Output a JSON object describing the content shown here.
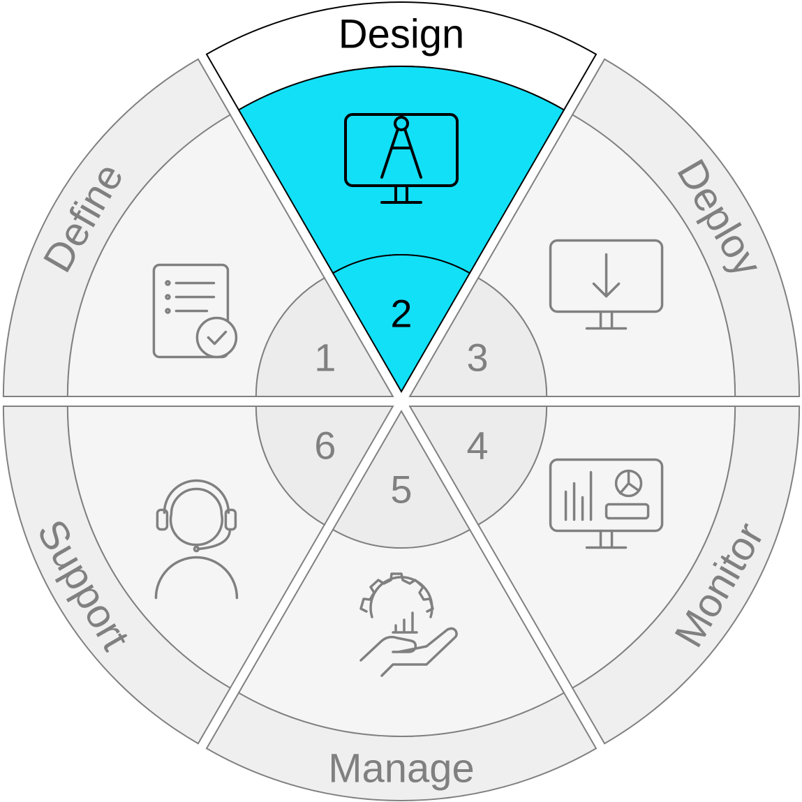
{
  "diagram": {
    "title": "Lifecycle wheel",
    "active_step": 2,
    "colors": {
      "active_fill": "#12e0f7",
      "active_band": "#ffffff",
      "active_stroke": "#000000",
      "band_fill": "#efefef",
      "middle_fill": "#f5f5f5",
      "inner_fill": "#ececec",
      "stroke": "#808080",
      "inactive_text": "#808080"
    },
    "steps": [
      {
        "number": "1",
        "label": "Define",
        "icon": "checklist-document-icon"
      },
      {
        "number": "2",
        "label": "Design",
        "icon": "monitor-compass-icon"
      },
      {
        "number": "3",
        "label": "Deploy",
        "icon": "monitor-download-icon"
      },
      {
        "number": "4",
        "label": "Monitor",
        "icon": "monitor-analytics-icon"
      },
      {
        "number": "5",
        "label": "Manage",
        "icon": "hand-gear-chart-icon"
      },
      {
        "number": "6",
        "label": "Support",
        "icon": "headset-agent-icon"
      }
    ]
  }
}
